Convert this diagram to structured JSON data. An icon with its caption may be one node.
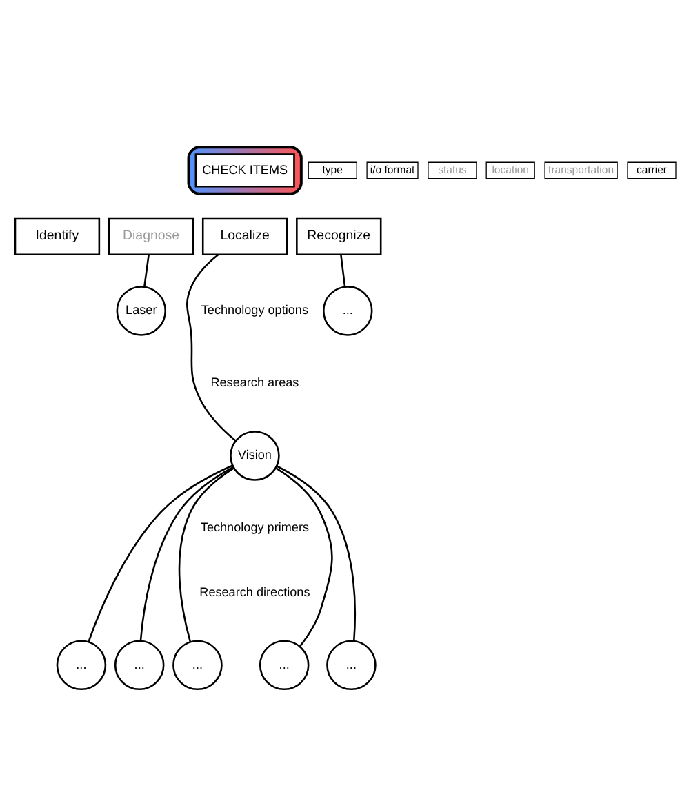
{
  "diagram": {
    "nodes": [
      {
        "text": [],
        "shape": "dome"
      },
      {
        "text": [
          "CHECK ITEMS"
        ],
        "in": 0
      },
      {
        "text": [
          "status"
        ]
      },
      {
        "text": [
          "i/o format"
        ]
      },
      {
        "text": [
          "type"
        ]
      },
      {
        "text": [
          "location"
        ]
      },
      {
        "text": [
          "transportation"
        ]
      },
      {
        "text": [
          "carrier"
        ]
      },
      {
        "text": [
          "Identify"
        ]
      },
      {
        "text": [
          "Diagnose"
        ]
      },
      {
        "text": [
          "Localize"
        ]
      },
      {
        "text": [
          "Recognize"
        ]
      },
      {
        "text": [
          "Laser"
        ]
      },
      {
        "text": [
          "Vision"
        ]
      },
      {
        "text": [
          "..."
        ]
      },
      {
        "text": [
          "..."
        ]
      },
      {
        "text": [
          "..."
        ]
      },
      {
        "text": [
          "..."
        ]
      },
      {
        "text": [
          "..."
        ]
      },
      {
        "text": [
          "..."
        ]
      }
    ],
    "edges": [
      {
        "from": 9,
        "to": 12,
        "arrow": "none"
      },
      {
        "from": 10,
        "to": 13,
        "arrow": "none"
      },
      {
        "from": 11,
        "to": 14,
        "arrow": "none"
      },
      {
        "from": 13,
        "to": 15,
        "arrow": "none"
      },
      {
        "from": 13,
        "to": 16,
        "arrow": "none"
      },
      {
        "from": 13,
        "to": 17,
        "arrow": "none"
      },
      {
        "from": 13,
        "to": 18,
        "arrow": "none"
      },
      {
        "from": 13,
        "to": 19,
        "arrow": "none"
      }
    ],
    "labels": [
      "Technology options",
      "Research areas",
      "Technology primers",
      "Research directions"
    ]
  }
}
